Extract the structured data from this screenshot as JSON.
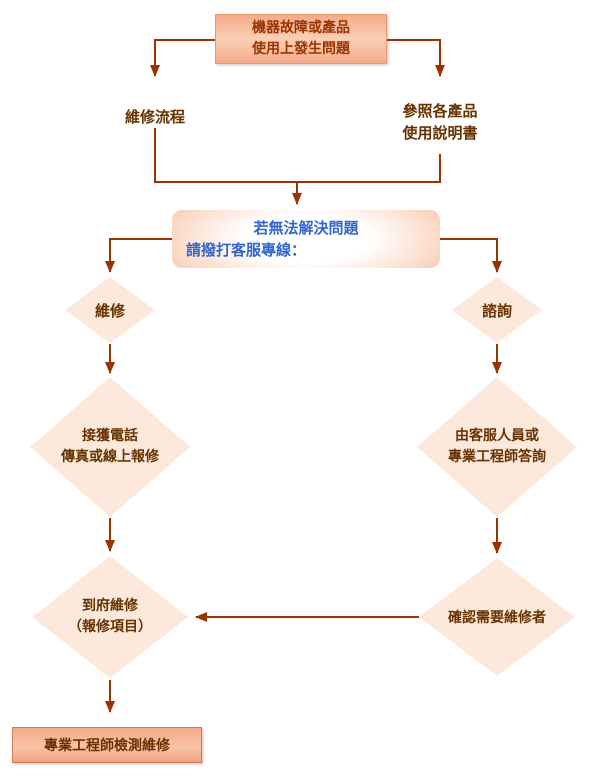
{
  "diagram": {
    "type": "flowchart",
    "language": "zh-TW",
    "colors": {
      "arrow": "#993300",
      "box_border": "#ef9670",
      "box_fill": "#f8c0a2",
      "diamond_fill": "#fde9dc",
      "label_text": "#663300",
      "start_box_text": "#993300",
      "hotline_text": "#3366cc"
    },
    "nodes": {
      "start_box": {
        "line1": "機器故障或產品",
        "line2": "使用上發生問題"
      },
      "repair_flow_label": "維修流程",
      "manual_label": {
        "line1": "參照各產品",
        "line2": "使用說明書"
      },
      "hotline_box": {
        "line1": "若無法解決問題",
        "line2": "請撥打客服專線："
      },
      "repair_diamond": "維修",
      "consult_diamond": "諮詢",
      "receive_call_diamond": {
        "line1": "接獲電話",
        "line2": "傳真或線上報修"
      },
      "service_answer_diamond": {
        "line1": "由客服人員或",
        "line2": "專業工程師答詢"
      },
      "onsite_repair_diamond": {
        "line1": "到府維修",
        "line2": "（報修項目）"
      },
      "confirm_repair_diamond": "確認需要維修者",
      "final_box": "專業工程師檢測維修"
    }
  }
}
